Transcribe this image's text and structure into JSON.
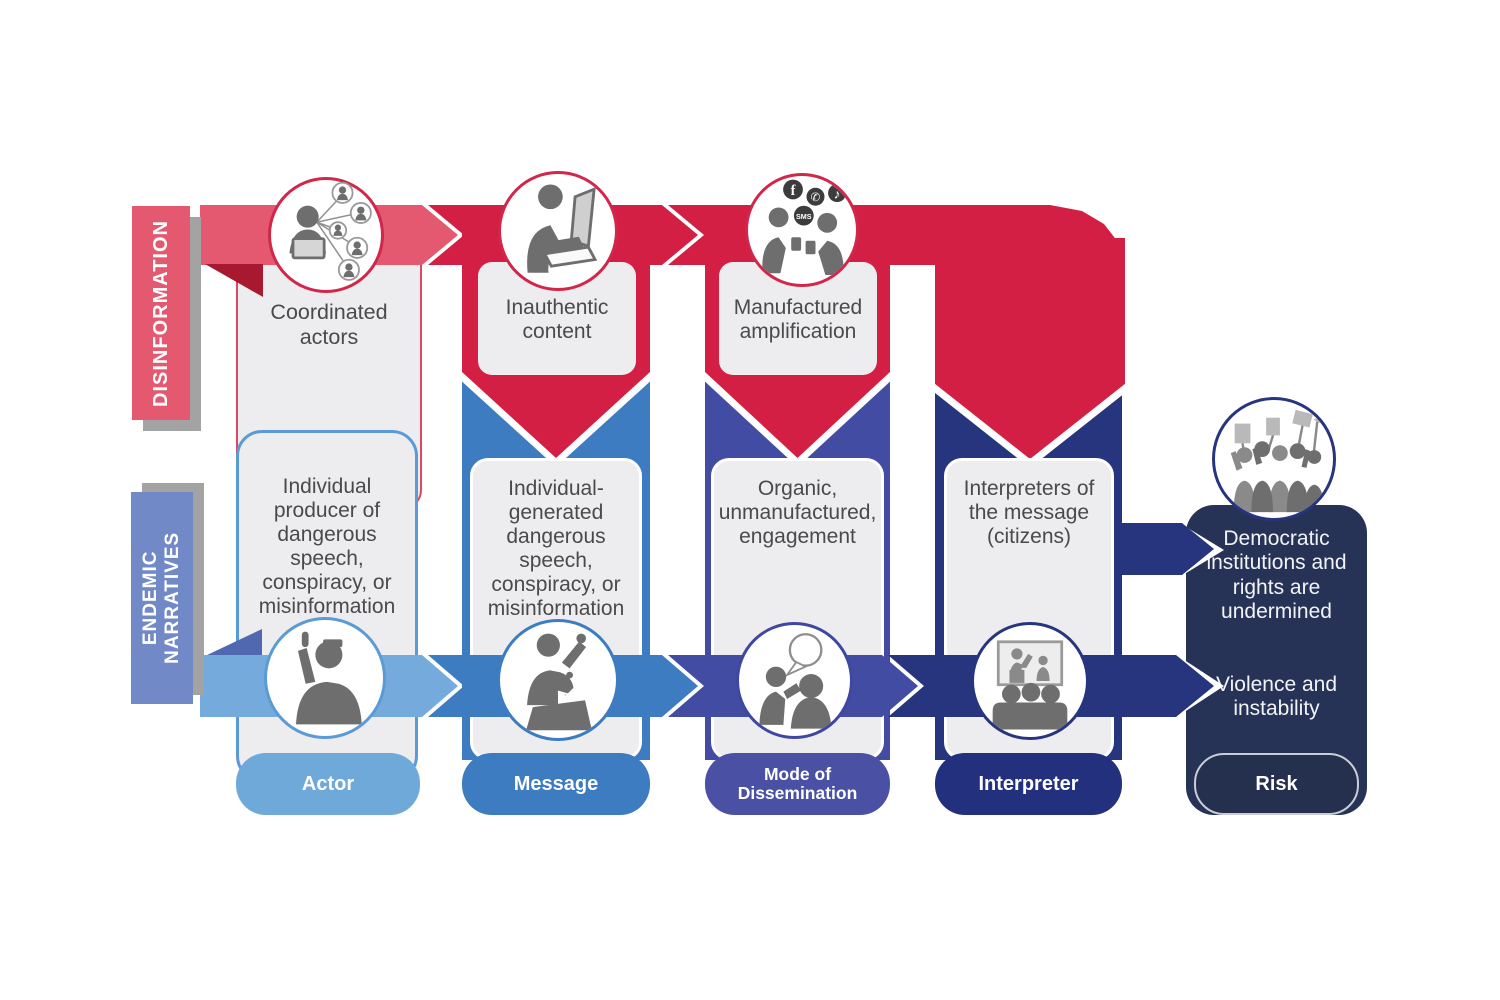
{
  "rows": {
    "disinformation": "DISINFORMATION",
    "endemic": "ENDEMIC NARRATIVES"
  },
  "columns": [
    {
      "stage": "Actor",
      "disinformation": "Coordinated actors",
      "endemic": "Individual producer of dangerous speech, conspiracy, or misinformation"
    },
    {
      "stage": "Message",
      "disinformation": "Inauthentic content",
      "endemic": "Individual-generated dangerous speech, conspiracy, or misinformation"
    },
    {
      "stage": "Mode of Dissemination",
      "disinformation": "Manufactured amplification",
      "endemic": "Organic, unmanufactured, engagement"
    },
    {
      "stage": "Interpreter",
      "endemic": "Interpreters of the message (citizens)"
    }
  ],
  "risk": {
    "stage": "Risk",
    "outcomes": [
      "Democratic institutions and rights are undermined",
      "Violence and instability"
    ]
  },
  "icons": {
    "top": [
      "coordinated-network-icon",
      "laptop-author-icon",
      "social-amplification-icon"
    ],
    "bottom": [
      "orator-icon",
      "podium-speaker-icon",
      "conversation-icon",
      "audience-icon"
    ],
    "risk": "protest-crowd-icon",
    "social_badges": [
      "facebook",
      "whatsapp",
      "tiktok",
      "sms"
    ],
    "sms_label": "SMS"
  },
  "colors": {
    "disinformation_pink": "#e4596f",
    "crimson": "#d41f44",
    "dark_red_fold": "#a8182f",
    "light_blue": "#74abdc",
    "medium_blue": "#3d7cc1",
    "indigo": "#434ca3",
    "navy": "#26357e",
    "dark_navy_box": "#263356",
    "periwinkle": "#7289c7",
    "box_gray": "#ededef",
    "icon_gray": "#6e6e6e",
    "text_gray": "#4a4a4a"
  }
}
